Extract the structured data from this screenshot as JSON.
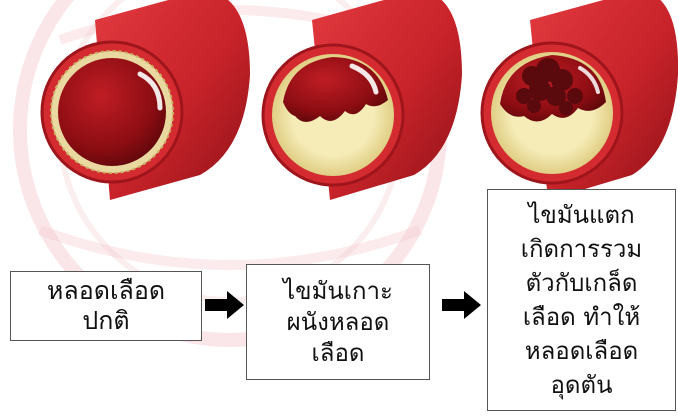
{
  "diagram": {
    "colors": {
      "vessel_wall": "#c8232a",
      "vessel_shadow": "#8e1117",
      "lumen": "#8b0d12",
      "fat_layer": "#efe3a2",
      "clot": "#5a0a0d",
      "watermark": "#f3c7cb",
      "arrow": "#000000",
      "box_border": "#555555"
    },
    "vessels": [
      {
        "state": "normal"
      },
      {
        "state": "fatty-plaque"
      },
      {
        "state": "ruptured-plaque-with-clot"
      }
    ],
    "stages": [
      {
        "lines": [
          "หลอดเลือด",
          "ปกติ"
        ]
      },
      {
        "lines": [
          "ไขมันเกาะ",
          "ผนังหลอด",
          "เลือด"
        ]
      },
      {
        "lines": [
          "ไขมันแตก",
          "เกิดการรวม",
          "ตัวกับเกล็ด",
          "เลือด ทำให้",
          "หลอดเลือด",
          "อุดตัน"
        ]
      }
    ],
    "arrows": [
      "right-arrow",
      "right-arrow"
    ]
  }
}
